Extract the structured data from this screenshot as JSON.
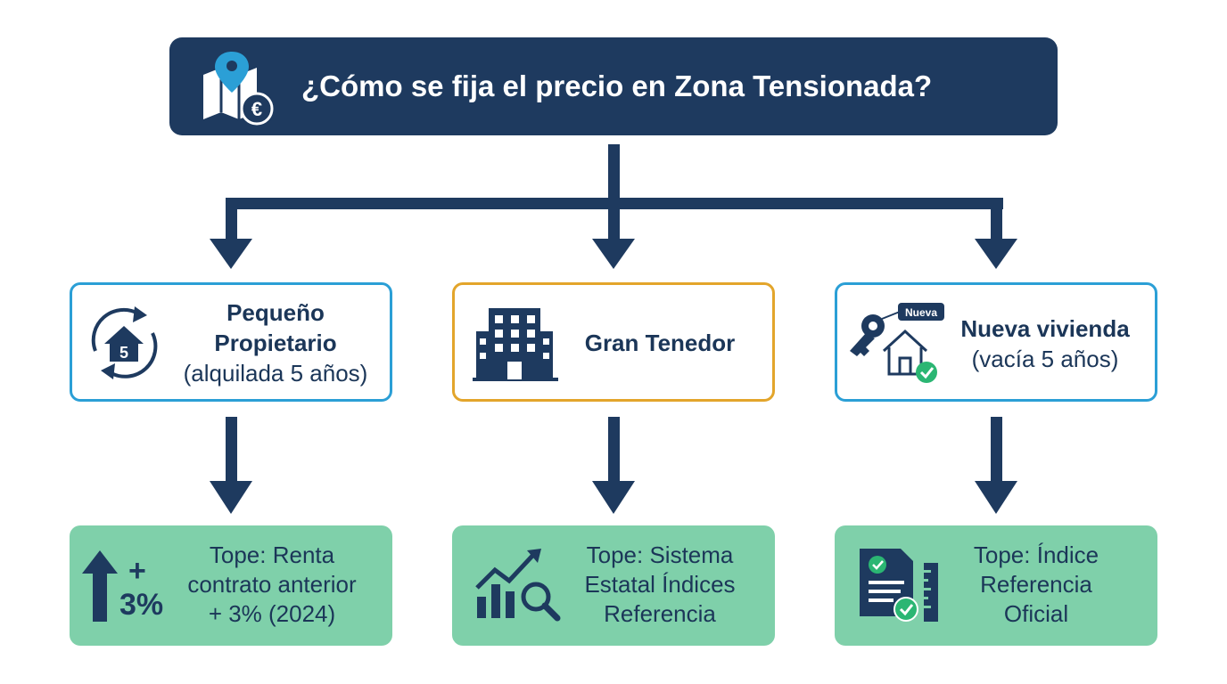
{
  "header": {
    "title": "¿Cómo se fija el precio en Zona Tensionada?"
  },
  "icons": {
    "header": "map-pin-euro-icon",
    "small_owner": "house-cycle-icon",
    "large_holder": "office-building-icon",
    "new_home": "key-house-check-icon",
    "result_1": "arrow-up-percent-icon",
    "result_2": "chart-magnifier-icon",
    "result_3": "document-ruler-check-icon"
  },
  "categories": [
    {
      "line1": "Pequeño",
      "line2": "Propietario",
      "line3": "(alquilada 5 años)",
      "house_number": "5"
    },
    {
      "line1": "Gran Tenedor"
    },
    {
      "line1": "Nueva vivienda",
      "line2": "(vacía 5 años)",
      "tag": "Nueva"
    }
  ],
  "results": [
    {
      "lines": [
        "Tope: Renta",
        "contrato anterior",
        "+ 3% (2024)"
      ],
      "badge_plus": "+",
      "badge_pct": "3%"
    },
    {
      "lines": [
        "Tope: Sistema",
        "Estatal Índices",
        "Referencia"
      ]
    },
    {
      "lines": [
        "Tope: Índice",
        "Referencia",
        "Oficial"
      ]
    }
  ],
  "colors": {
    "navy": "#1e3a5f",
    "blue_border": "#2b9fd6",
    "gold_border": "#e3a52b",
    "result_fill": "#7fd0aa",
    "check_green": "#2bb673"
  }
}
